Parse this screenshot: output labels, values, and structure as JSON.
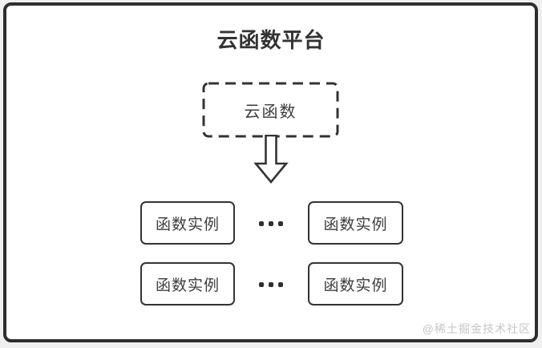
{
  "diagram": {
    "title": "云函数平台",
    "cloud_function": {
      "label": "云函数"
    },
    "instances": [
      "函数实例",
      "函数实例",
      "函数实例",
      "函数实例"
    ],
    "ellipsis_icon": "three-dots",
    "arrow_icon": "hollow-down-arrow",
    "watermark": "@稀土掘金技术社区"
  },
  "colors": {
    "background": "#f0f0f0",
    "surface": "#ffffff",
    "frame_border": "#2e2e2e",
    "box_border": "#333333",
    "title_text": "#333333",
    "body_text": "#3d3d3d",
    "watermark_text": "#c6c6c6"
  }
}
